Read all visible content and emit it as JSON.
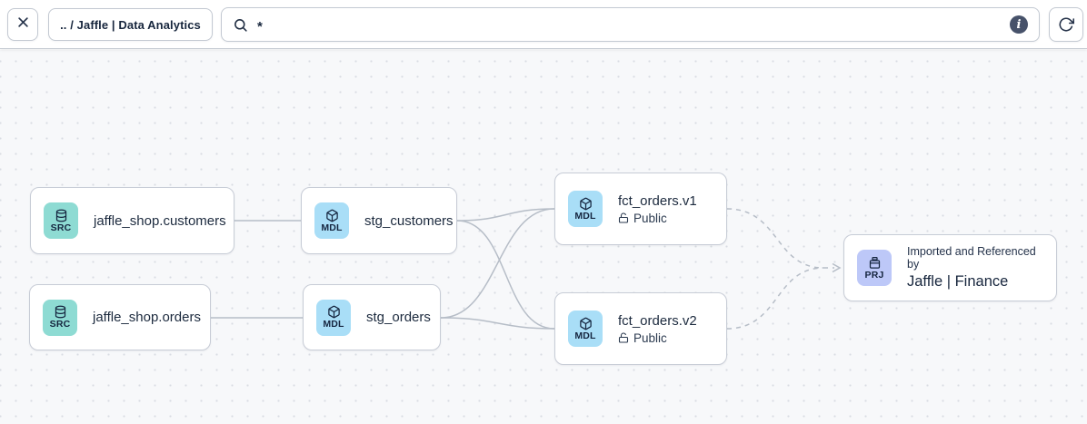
{
  "toolbar": {
    "breadcrumb": ".. / Jaffle | Data Analytics",
    "search_value": "*",
    "info_glyph": "i"
  },
  "icons": {
    "close": "x-icon",
    "search": "magnifier-icon",
    "info": "info-circle-icon",
    "refresh": "refresh-icon",
    "source_badge": "database-icon",
    "model_badge": "cube-icon",
    "project_badge": "archive-icon",
    "public_access": "unlock-icon"
  },
  "colors": {
    "canvas_bg": "#f7f8fa",
    "node_border": "#c7ccd6",
    "edge": "#b6bdc7",
    "badge_src": "#8edbd3",
    "badge_mdl": "#a9def7",
    "badge_prj": "#bdc8f8",
    "text": "#1c2a3e",
    "info_circle_bg": "#47526a"
  },
  "nodes": [
    {
      "id": "src-customers",
      "type": "SRC",
      "label": "jaffle_shop.customers"
    },
    {
      "id": "src-orders",
      "type": "SRC",
      "label": "jaffle_shop.orders"
    },
    {
      "id": "stg-customers",
      "type": "MDL",
      "label": "stg_customers"
    },
    {
      "id": "stg-orders",
      "type": "MDL",
      "label": "stg_orders"
    },
    {
      "id": "fct-orders-v1",
      "type": "MDL",
      "label": "fct_orders.v1",
      "access": "Public"
    },
    {
      "id": "fct-orders-v2",
      "type": "MDL",
      "label": "fct_orders.v2",
      "access": "Public"
    },
    {
      "id": "project",
      "type": "PRJ",
      "title": "Imported and Referenced by",
      "label": "Jaffle | Finance"
    }
  ],
  "edges": [
    {
      "from": "jaffle_shop.customers",
      "to": "stg_customers",
      "style": "solid"
    },
    {
      "from": "jaffle_shop.orders",
      "to": "stg_orders",
      "style": "solid"
    },
    {
      "from": "stg_customers",
      "to": "fct_orders.v1",
      "style": "solid"
    },
    {
      "from": "stg_customers",
      "to": "fct_orders.v2",
      "style": "solid"
    },
    {
      "from": "stg_orders",
      "to": "fct_orders.v1",
      "style": "solid"
    },
    {
      "from": "stg_orders",
      "to": "fct_orders.v2",
      "style": "solid"
    },
    {
      "from": "fct_orders.v1",
      "to": "Jaffle | Finance",
      "style": "dashed"
    },
    {
      "from": "fct_orders.v2",
      "to": "Jaffle | Finance",
      "style": "dashed"
    }
  ]
}
